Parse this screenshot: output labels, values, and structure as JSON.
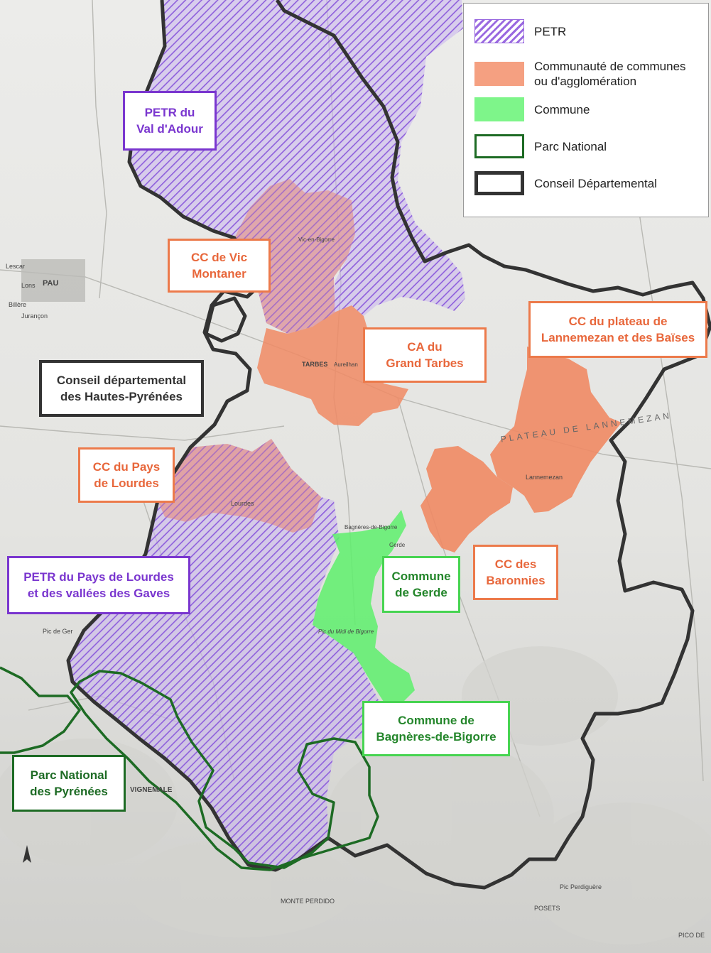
{
  "legend": {
    "petr": "PETR",
    "cc_line1": "Communauté de communes",
    "cc_line2": "ou d'agglomération",
    "commune": "Commune",
    "parc_national": "Parc National",
    "conseil": "Conseil Départemental"
  },
  "labels": {
    "petr_val_adour": [
      "PETR du",
      "Val d'Adour"
    ],
    "cc_vic": [
      "CC de Vic",
      "Montaner"
    ],
    "cc_plateau": [
      "CC du plateau de",
      "Lannemezan et des Baïses"
    ],
    "ca_tarbes": [
      "CA du",
      "Grand Tarbes"
    ],
    "conseil_hp": [
      "Conseil départemental",
      "des Hautes-Pyrénées"
    ],
    "cc_lourdes": [
      "CC du Pays",
      "de Lourdes"
    ],
    "cc_baronnies": [
      "CC des",
      "Baronnies"
    ],
    "petr_lourdes": [
      "PETR du Pays de Lourdes",
      "et des vallées des Gaves"
    ],
    "commune_gerde": [
      "Commune",
      "de Gerde"
    ],
    "commune_bagneres": [
      "Commune de",
      "Bagnères-de-Bigorre"
    ],
    "parc_pyrenees": [
      "Parc National",
      "des Pyrénées"
    ]
  },
  "places": {
    "pau": "PAU",
    "lescar": "Lescar",
    "lons": "Lons",
    "billere": "Billère",
    "jurancon": "Jurançon",
    "tarbes": "TARBES",
    "aureilhan": "Aureilhan",
    "vic": "Vic-en-Bigorre",
    "lourdes": "Lourdes",
    "lannemezan": "Lannemezan",
    "bagneres": "Bagnères-de-Bigorre",
    "gerde": "Gerde",
    "pic_midi": "Pic du Midi de Bigorre",
    "pic_ger": "Pic de Ger",
    "vignemale": "VIGNEMALE",
    "monte_perdido": "MONTE PERDIDO",
    "posets": "POSETS",
    "pic_perdiguere": "Pic Perdiguère",
    "pico_de": "PICO DE",
    "plateau_text": "PLATEAU DE LANNEMEZAN"
  },
  "colors": {
    "petr": "#9a6ae0",
    "cc": "#f08a64",
    "commune": "#5ef06c",
    "parc_national": "#1d6b24",
    "conseil": "#333333"
  }
}
